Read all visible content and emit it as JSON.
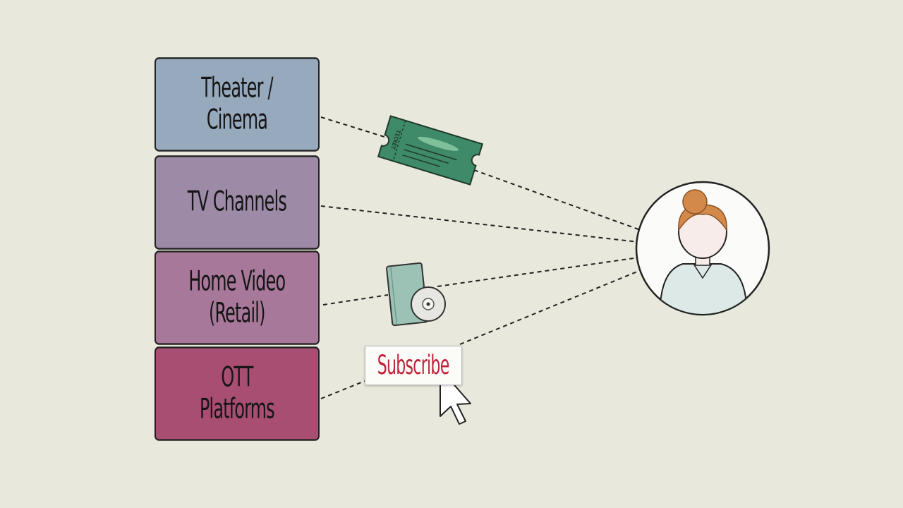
{
  "channels": [
    {
      "label": "Theater / Cinema",
      "color": "#97a9bc"
    },
    {
      "label": "TV Channels",
      "color": "#9d8aa6"
    },
    {
      "label": "Home Video\n(Retail)",
      "color": "#a7789a"
    },
    {
      "label": "OTT\nPlatforms",
      "color": "#a84e72"
    }
  ],
  "ticket": {
    "text": "TICKET",
    "color": "#3f8a68"
  },
  "subscribe": {
    "label": "Subscribe",
    "color": "#c1223a"
  },
  "icons": [
    "ticket-icon",
    "dvd-case-icon",
    "disc-icon",
    "cursor-arrow-icon",
    "person-avatar-icon"
  ]
}
